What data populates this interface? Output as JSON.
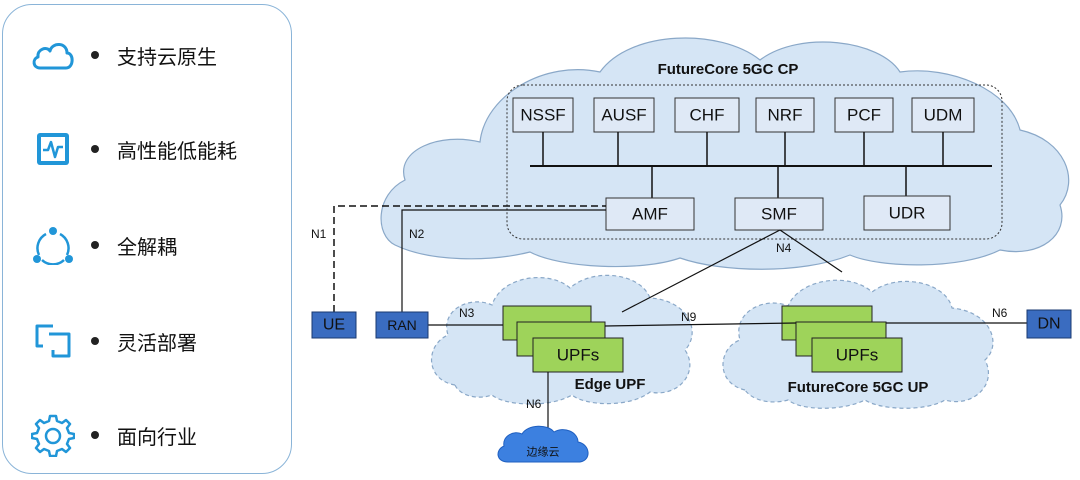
{
  "features": [
    {
      "label": "支持云原生",
      "icon": "cloud-icon"
    },
    {
      "label": "高性能低能耗",
      "icon": "pulse-monitor-icon"
    },
    {
      "label": "全解耦",
      "icon": "triangle-nodes-icon"
    },
    {
      "label": "灵活部署",
      "icon": "overlap-squares-icon"
    },
    {
      "label": "面向行业",
      "icon": "gear-icon"
    }
  ],
  "control_plane": {
    "title": "FutureCore 5GC CP",
    "top_nfs": [
      "NSSF",
      "AUSF",
      "CHF",
      "NRF",
      "PCF",
      "UDM"
    ],
    "amf": "AMF",
    "smf": "SMF",
    "udr": "UDR"
  },
  "endpoints": {
    "ue": "UE",
    "ran": "RAN",
    "dn": "DN"
  },
  "interfaces": {
    "n1": "N1",
    "n2": "N2",
    "n3": "N3",
    "n4": "N4",
    "n9": "N9",
    "n6_edge": "N6",
    "n6_core": "N6"
  },
  "edge_upf": {
    "title": "Edge UPF",
    "stack_label": "UPFs"
  },
  "core_upf": {
    "title": "FutureCore 5GC UP",
    "stack_label": "UPFs"
  },
  "edge_cloud": {
    "label": "边缘云"
  },
  "colors": {
    "cloud_fill": "#d5e5f5",
    "cloud_stroke": "#8aa8c8",
    "endpoint_fill": "#3a6cc0",
    "upf_fill": "#9ed35a",
    "icon_blue": "#2196d8",
    "edge_cloud_fill": "#3c80e0"
  }
}
